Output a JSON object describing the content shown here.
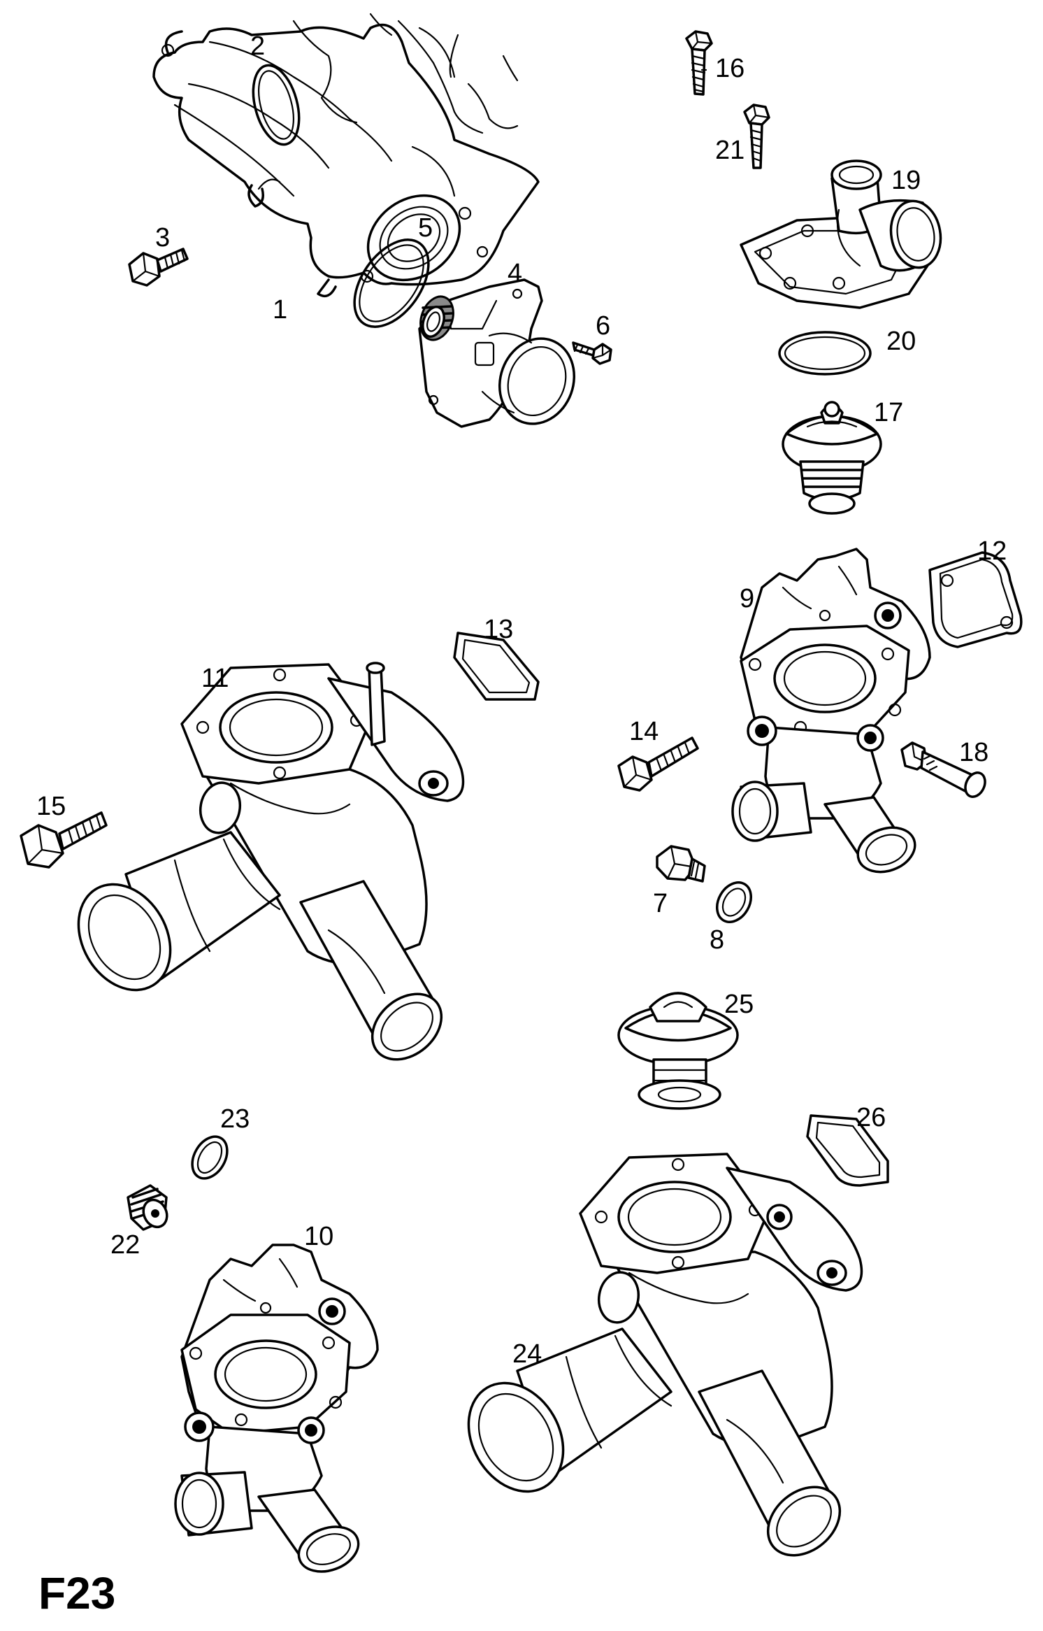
{
  "figure_code": "F23",
  "callouts": [
    "1",
    "2",
    "3",
    "4",
    "5",
    "6",
    "7",
    "8",
    "9",
    "10",
    "11",
    "12",
    "13",
    "14",
    "15",
    "16",
    "17",
    "18",
    "19",
    "20",
    "21",
    "22",
    "23",
    "24",
    "25",
    "26"
  ]
}
